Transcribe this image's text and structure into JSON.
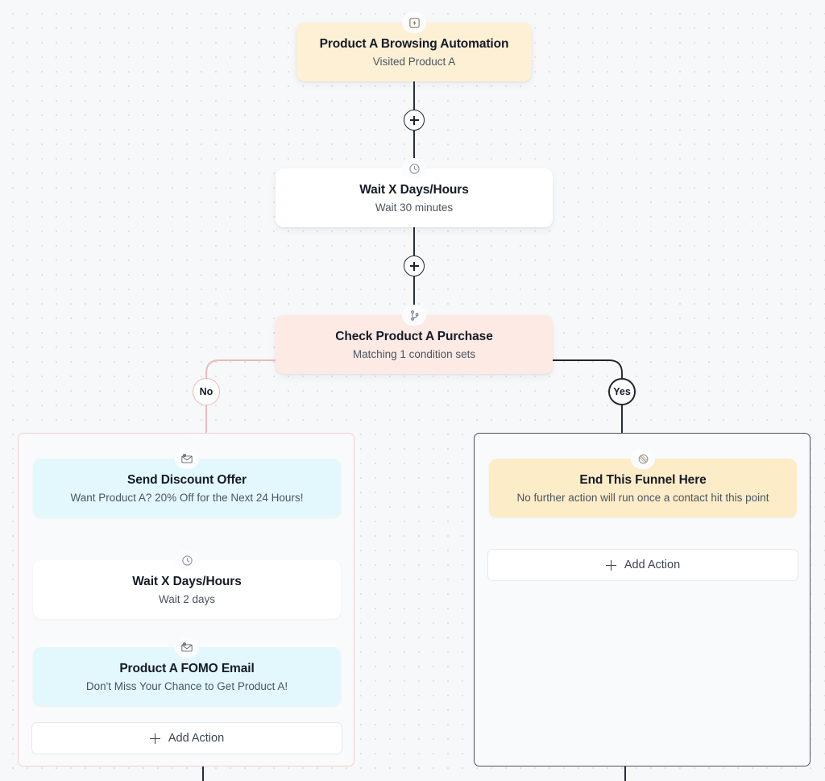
{
  "canvas": {
    "background_color": "#f6f8f9",
    "dot_color": "#d9dfe3"
  },
  "colors": {
    "trigger_bg": "#fdf0d5",
    "wait_bg": "#ffffff",
    "condition_bg": "#fdeae4",
    "email_bg": "#e3f8fd",
    "end_bg": "#fdecc8",
    "no_branch": "#eeb8b8",
    "yes_branch": "#20262f"
  },
  "trunk": {
    "trigger": {
      "icon": "lightning-bolt-icon",
      "title": "Product A Browsing Automation",
      "subtitle": "Visited Product A"
    },
    "add_step_1": {
      "icon": "plus-icon",
      "label": "+"
    },
    "wait": {
      "icon": "clock-icon",
      "title": "Wait X Days/Hours",
      "subtitle": "Wait 30 minutes"
    },
    "add_step_2": {
      "icon": "plus-icon",
      "label": "+"
    },
    "condition": {
      "icon": "branch-icon",
      "title": "Check Product A Purchase",
      "subtitle": "Matching 1 condition sets"
    }
  },
  "branches": {
    "no": {
      "label": "No",
      "nodes": [
        {
          "icon": "email-icon",
          "title": "Send Discount Offer",
          "subtitle": "Want Product A? 20% Off for the Next 24 Hours!"
        },
        {
          "icon": "clock-icon",
          "title": "Wait X Days/Hours",
          "subtitle": "Wait 2 days"
        },
        {
          "icon": "email-icon",
          "title": "Product A FOMO Email",
          "subtitle": "Don't Miss Your Chance to Get Product A!"
        }
      ],
      "add_action": {
        "icon": "plus-icon",
        "label": "Add Action"
      }
    },
    "yes": {
      "label": "Yes",
      "nodes": [
        {
          "icon": "no-entry-icon",
          "title": "End This Funnel Here",
          "subtitle": "No further action will run once a contact hit this point"
        }
      ],
      "add_action": {
        "icon": "plus-icon",
        "label": "Add Action"
      }
    }
  }
}
